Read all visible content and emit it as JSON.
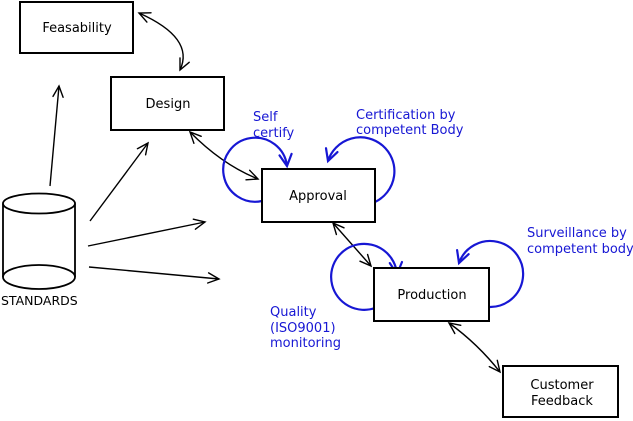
{
  "diagram": {
    "nodes": {
      "feasability": {
        "label": "Feasability"
      },
      "design": {
        "label": "Design"
      },
      "approval": {
        "label": "Approval"
      },
      "production": {
        "label": "Production"
      },
      "customer_feedback": {
        "label_line1": "Customer",
        "label_line2": "Feedback"
      },
      "standards": {
        "label": "STANDARDS",
        "shape": "cylinder"
      }
    },
    "annotations": {
      "self_certify": {
        "line1": "Self",
        "line2": "certify"
      },
      "certification": {
        "line1": "Certification by",
        "line2": "competent Body"
      },
      "surveillance": {
        "line1": "Surveillance by",
        "line2": "competent body"
      },
      "quality": {
        "line1": "Quality",
        "line2": "(ISO9001)",
        "line3": "monitoring"
      }
    },
    "edges": [
      {
        "from": "feasability",
        "to": "design",
        "type": "bidirectional"
      },
      {
        "from": "design",
        "to": "approval",
        "type": "bidirectional"
      },
      {
        "from": "approval",
        "to": "production",
        "type": "bidirectional"
      },
      {
        "from": "production",
        "to": "customer_feedback",
        "type": "bidirectional"
      },
      {
        "from": "standards",
        "to": "feasability",
        "type": "directed"
      },
      {
        "from": "standards",
        "to": "design",
        "type": "directed"
      },
      {
        "from": "standards",
        "to": "approval",
        "type": "directed"
      },
      {
        "from": "standards",
        "to": "production",
        "type": "directed"
      },
      {
        "node": "approval",
        "type": "self-loop",
        "label": "Self certify"
      },
      {
        "node": "approval",
        "type": "self-loop",
        "label": "Certification by competent Body"
      },
      {
        "node": "production",
        "type": "self-loop",
        "label": "Quality (ISO9001) monitoring"
      },
      {
        "node": "production",
        "type": "self-loop",
        "label": "Surveillance by competent body"
      }
    ],
    "colors": {
      "annotation": "#1717d4",
      "line": "#000000",
      "background": "#ffffff"
    }
  }
}
